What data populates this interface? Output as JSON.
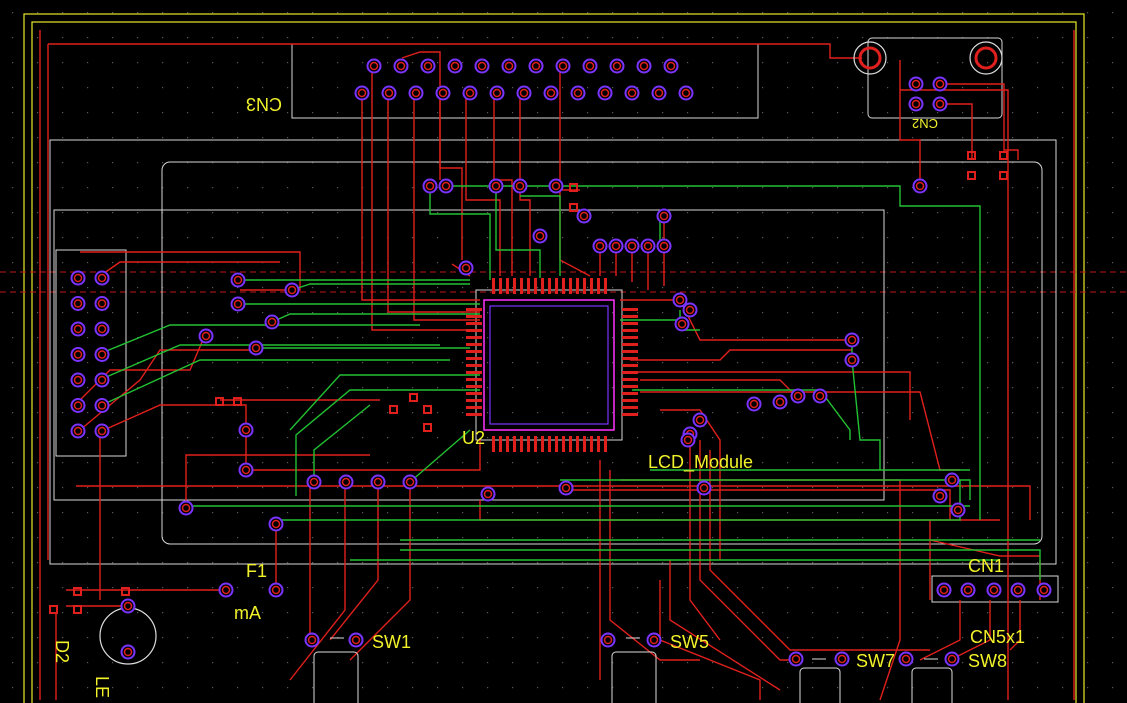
{
  "board": {
    "colors": {
      "background": "#000000",
      "top_copper": "#e0201c",
      "bottom_copper": "#22c032",
      "silkscreen": "#f2f22a",
      "outline": "#dcdcdc",
      "pad": "#e0201c",
      "via": "#7b33ff",
      "designator": "#ff33ff"
    }
  },
  "labels": {
    "cn3": "CN3",
    "cn2": "CN2",
    "u2": "U2",
    "lcd_module": "LCD_Module",
    "f1": "F1",
    "ma": "mA",
    "d2": "D2",
    "le": "LE",
    "cn1": "CN1",
    "cn5x1": "CN5x1",
    "sw1": "SW1",
    "sw5": "SW5",
    "sw7": "SW7",
    "sw8": "SW8"
  }
}
